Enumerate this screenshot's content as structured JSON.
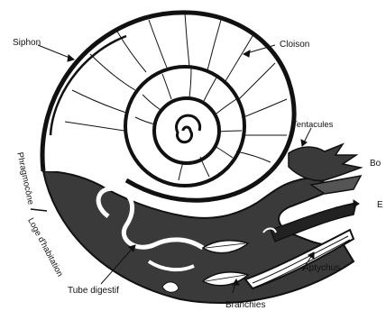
{
  "diagram": {
    "subject": "ammonite",
    "labels": {
      "siphon": "Siphon",
      "cloison": "Cloison",
      "tentacules": "Tentacules",
      "bouche": "Bo",
      "entonnoir": "E",
      "aptychus": "Aptychus",
      "branchies": "Branchies",
      "tube_digestif": "Tube digestif",
      "phragmocone": "Phragmocône",
      "loge_habitation": "Loge d'habitation"
    }
  }
}
